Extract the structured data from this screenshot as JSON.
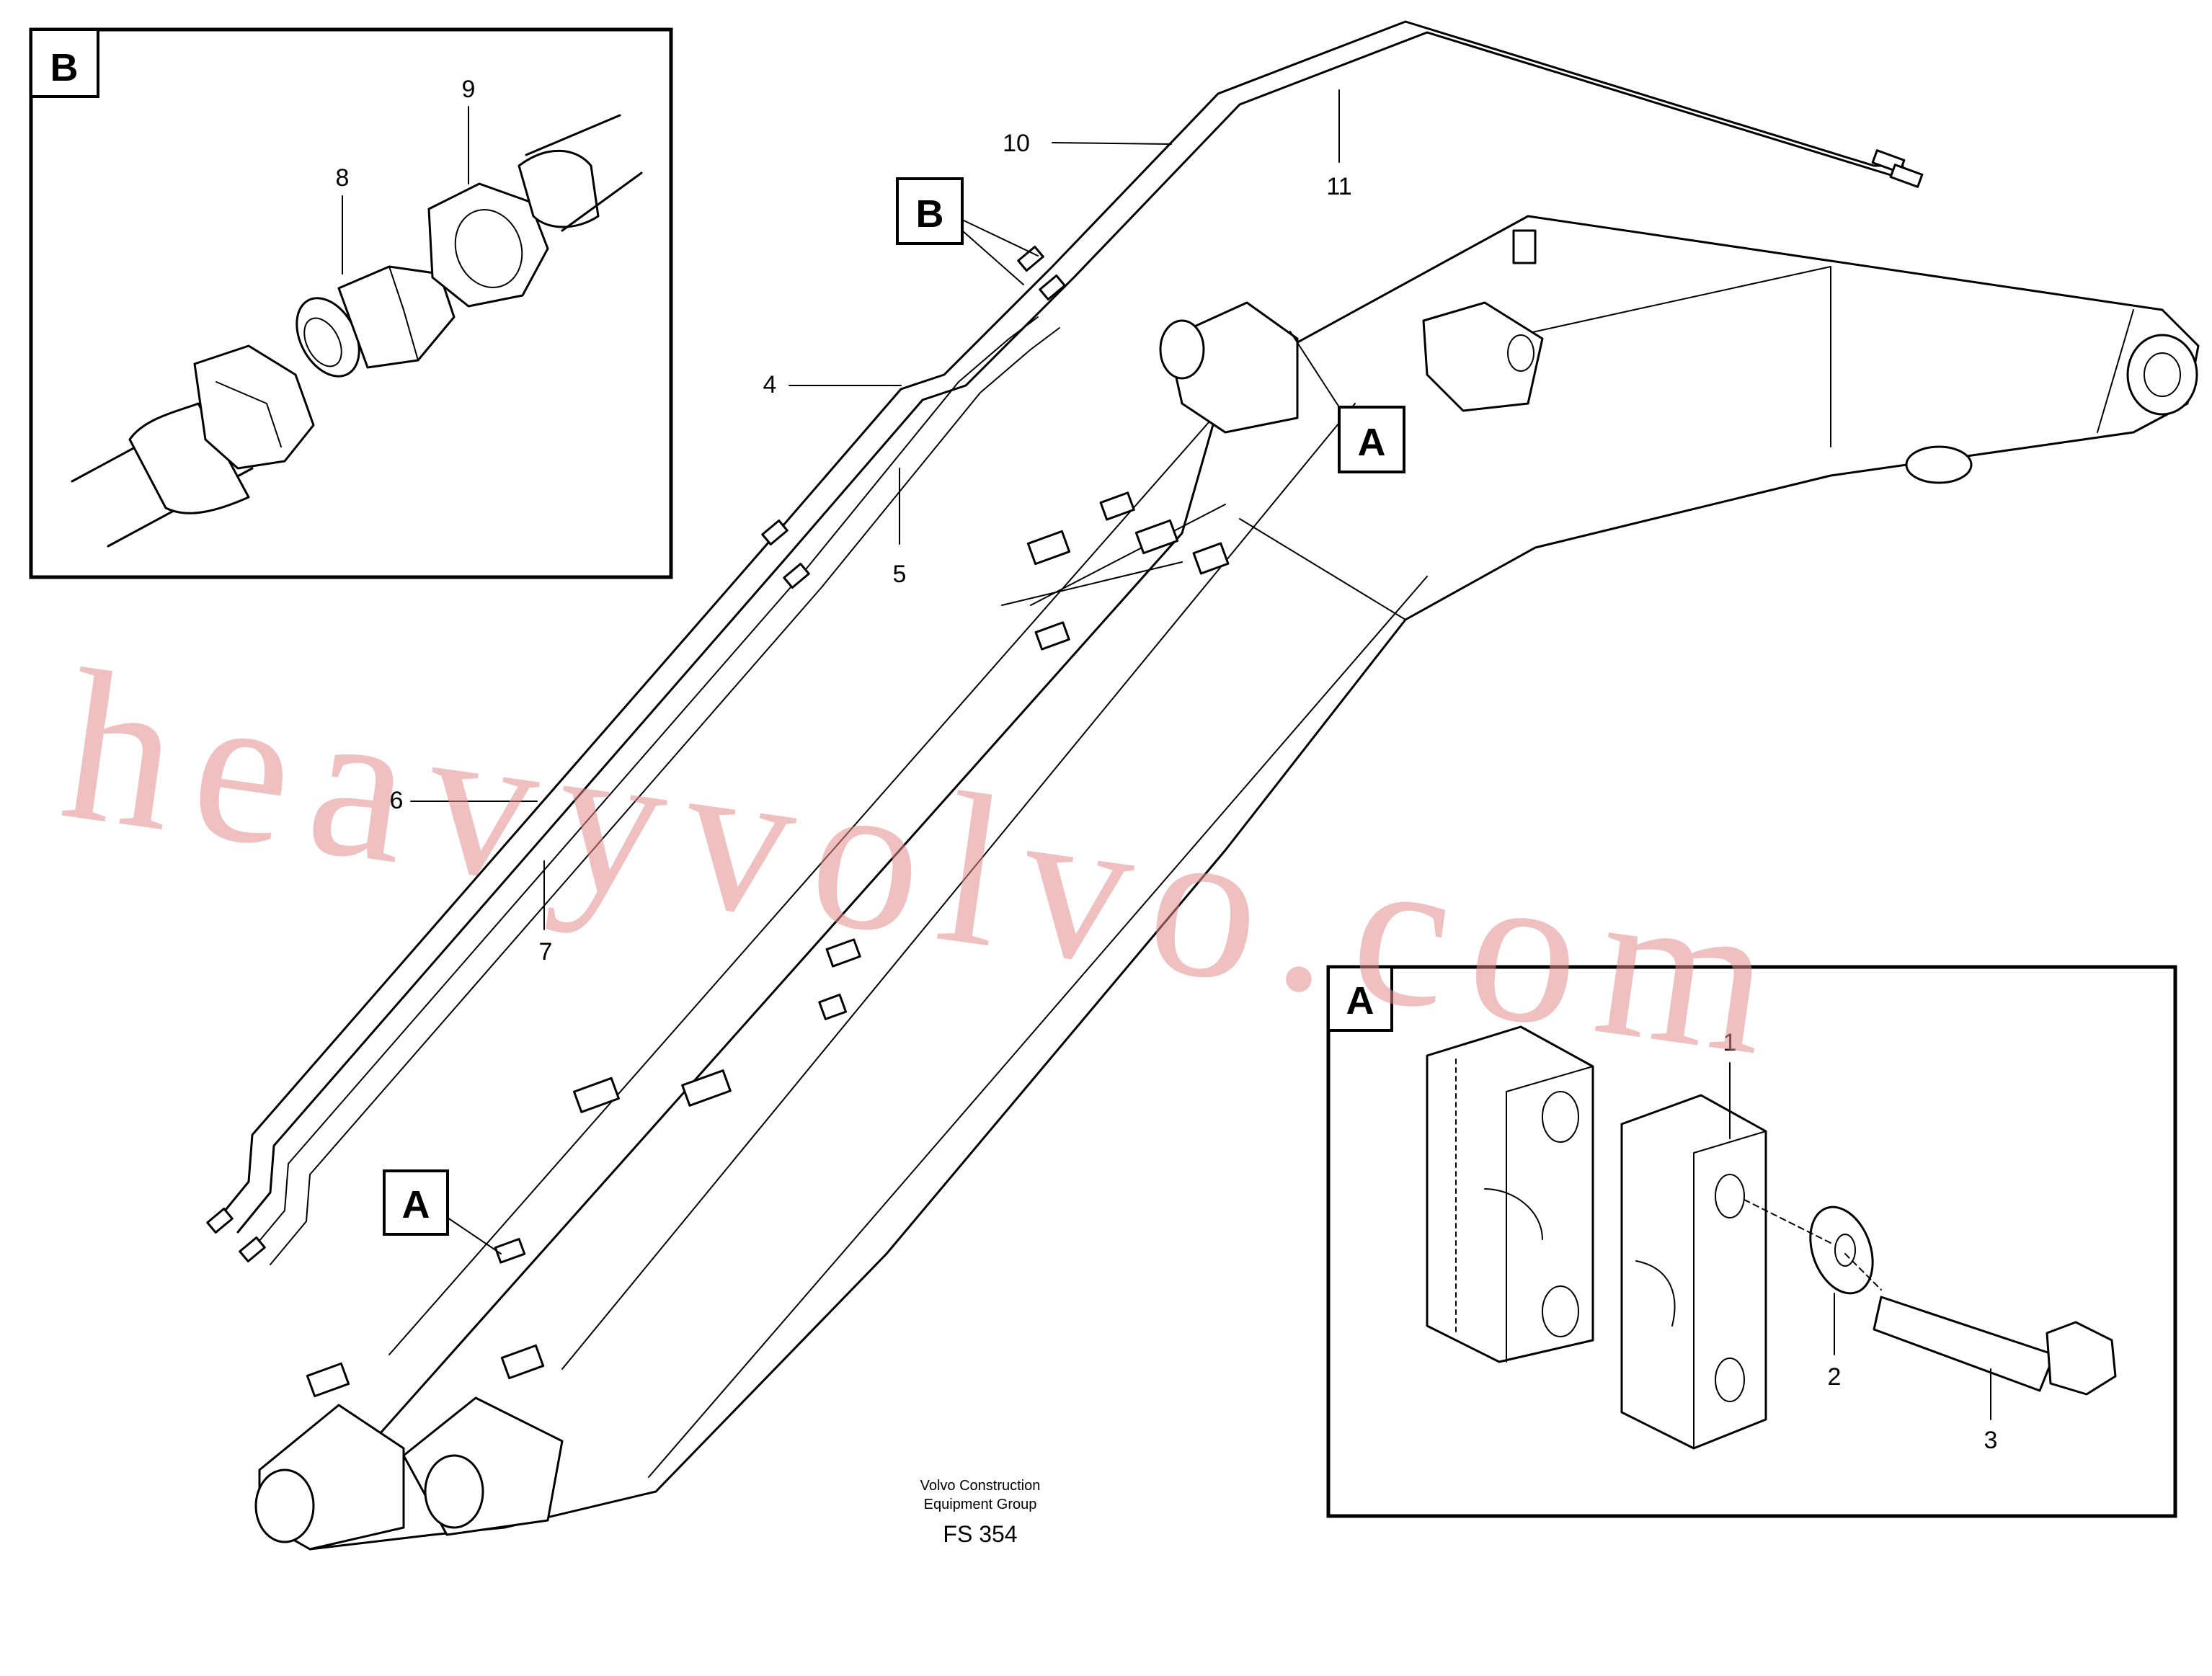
{
  "watermark": "heavyvolvo.com",
  "footer": {
    "line1": "Volvo Construction",
    "line2": "Equipment Group",
    "code": "FS 354"
  },
  "detail_b": {
    "tag": "B",
    "callouts": [
      "8",
      "9"
    ]
  },
  "detail_a": {
    "tag": "A",
    "callouts": [
      "1",
      "2",
      "3"
    ]
  },
  "main_view": {
    "tags": [
      "A",
      "A",
      "B"
    ],
    "callouts": [
      "4",
      "5",
      "6",
      "7",
      "10",
      "11"
    ]
  }
}
